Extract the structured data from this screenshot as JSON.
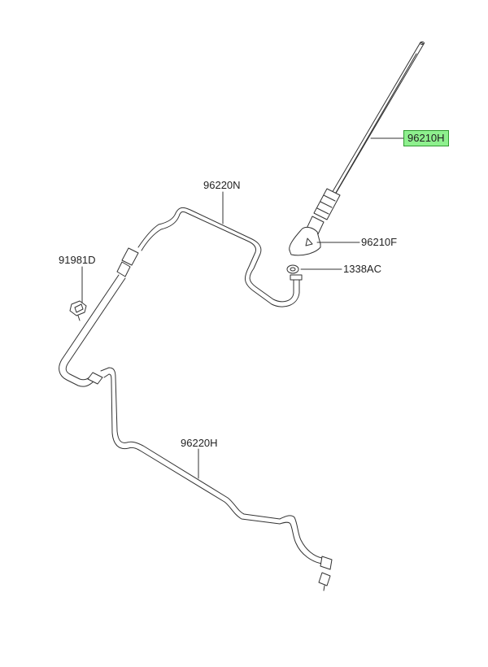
{
  "labels": {
    "antenna_mast": "96210H",
    "base_feeder": "96220N",
    "pad": "96210F",
    "nut": "1338AC",
    "clip": "91981D",
    "lower_feeder": "96220H"
  },
  "colors": {
    "line": "#333333",
    "highlight_fill": "#8ef08e",
    "highlight_border": "#2f9a2f"
  }
}
